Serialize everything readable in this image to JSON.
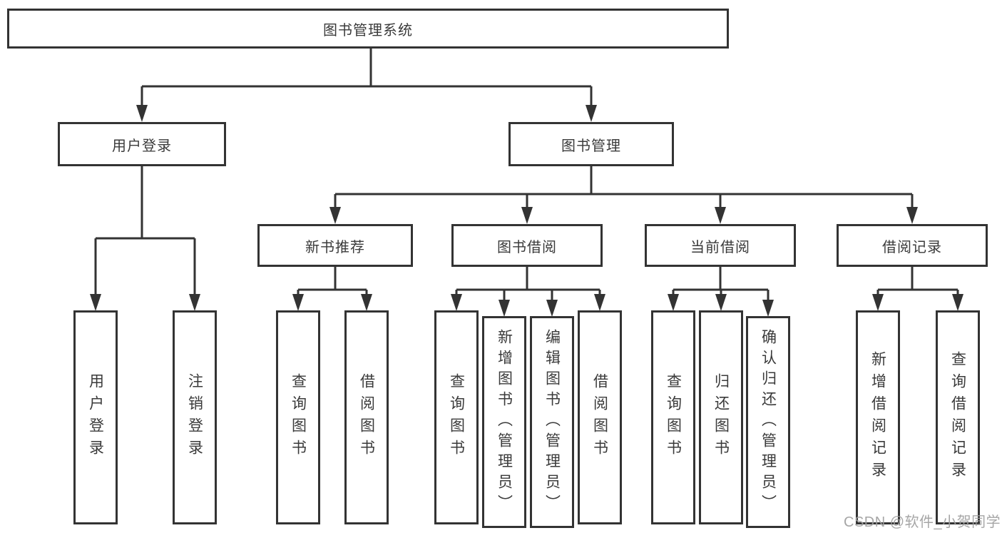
{
  "diagram": {
    "type": "hierarchy",
    "colors": {
      "line": "#333333",
      "box_border": "#333333",
      "text": "#3a3a3a",
      "background": "#ffffff",
      "watermark": "#9e9e9e"
    },
    "root": {
      "label": "图书管理系统"
    },
    "level2": {
      "user_login": {
        "label": "用户登录"
      },
      "book_mgmt": {
        "label": "图书管理"
      }
    },
    "level3": {
      "new_book_rec": {
        "label": "新书推荐"
      },
      "book_borrow": {
        "label": "图书借阅"
      },
      "current_borrow": {
        "label": "当前借阅"
      },
      "borrow_records": {
        "label": "借阅记录"
      }
    },
    "leaves": {
      "user_login_leaf": {
        "label": "用户登录",
        "parent": "用户登录"
      },
      "logout_leaf": {
        "label": "注销登录",
        "parent": "用户登录"
      },
      "query_book_rec": {
        "label": "查询图书",
        "parent": "新书推荐"
      },
      "borrow_book_rec": {
        "label": "借阅图书",
        "parent": "新书推荐"
      },
      "query_book_borrow": {
        "label": "查询图书",
        "parent": "图书借阅"
      },
      "add_book_admin": {
        "label": "新增图书（管理员）",
        "parent": "图书借阅"
      },
      "edit_book_admin": {
        "label": "编辑图书（管理员）",
        "parent": "图书借阅"
      },
      "borrow_book_borrow": {
        "label": "借阅图书",
        "parent": "图书借阅"
      },
      "query_book_current": {
        "label": "查询图书",
        "parent": "当前借阅"
      },
      "return_book": {
        "label": "归还图书",
        "parent": "当前借阅"
      },
      "confirm_return_admin": {
        "label": "确认归还（管理员）",
        "parent": "当前借阅"
      },
      "add_borrow_record": {
        "label": "新增借阅记录",
        "parent": "借阅记录"
      },
      "query_borrow_record": {
        "label": "查询借阅记录",
        "parent": "借阅记录"
      }
    }
  },
  "watermark": {
    "text": "CSDN @软件_小贺同学"
  }
}
